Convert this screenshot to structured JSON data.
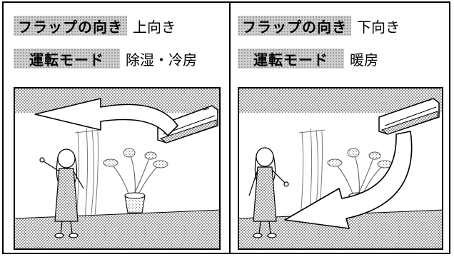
{
  "panels": [
    {
      "flap_label": "フラップの向き",
      "flap_value": "上向き",
      "mode_label": "運転モード",
      "mode_value": "除湿・冷房"
    },
    {
      "flap_label": "フラップの向き",
      "flap_value": "下向き",
      "mode_label": "運転モード",
      "mode_value": "暖房"
    }
  ],
  "colors": {
    "line": "#000000",
    "screen": "#cccccc",
    "background": "#ffffff"
  },
  "icons": [
    "air-conditioner-icon",
    "airflow-arrow-icon",
    "girl-figure-icon",
    "potted-plant-icon",
    "curtain-icon"
  ]
}
